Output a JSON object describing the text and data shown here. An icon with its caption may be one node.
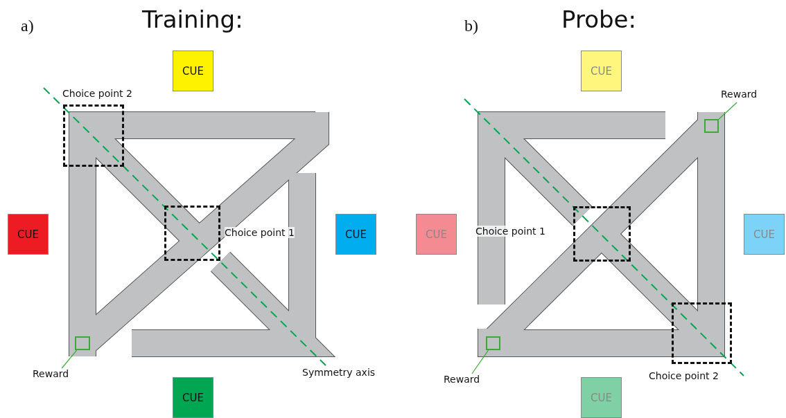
{
  "diagram": {
    "nodes": [
      {
        "text": [
          "CUE"
        ]
      },
      {
        "text": [
          "Choice point 2"
        ]
      },
      {
        "text": [
          "CUE"
        ]
      },
      {
        "text": [
          "Choice point 1"
        ]
      },
      {
        "text": [
          "CUE"
        ]
      },
      {
        "text": [
          "Reward"
        ]
      },
      {
        "text": [],
        "shape": "box"
      },
      {
        "text": [
          "CUE"
        ]
      },
      {
        "text": [
          "CUE"
        ]
      },
      {
        "text": [
          "Reward"
        ]
      },
      {
        "text": [],
        "shape": "box"
      },
      {
        "text": [
          "CUE"
        ]
      },
      {
        "text": [
          "Choice point 1"
        ]
      },
      {
        "text": [
          "CUE"
        ]
      },
      {
        "text": [],
        "shape": "box"
      },
      {
        "text": [
          "Reward"
        ]
      },
      {
        "text": [
          "Choice point 2"
        ]
      },
      {
        "text": [
          "CUE"
        ]
      }
    ],
    "edges": [
      {
        "from": 5,
        "to": 6,
        "arrow": "none",
        "color": "#3aaa35"
      },
      {
        "from": 9,
        "to": 10,
        "arrow": "none",
        "color": "#3aaa35"
      },
      {
        "from": 15,
        "to": 14,
        "arrow": "none",
        "color": "#3aaa35"
      }
    ],
    "labels": [
      "a)",
      "Training:",
      "Symmetry axis",
      "b)",
      "Probe:"
    ]
  }
}
